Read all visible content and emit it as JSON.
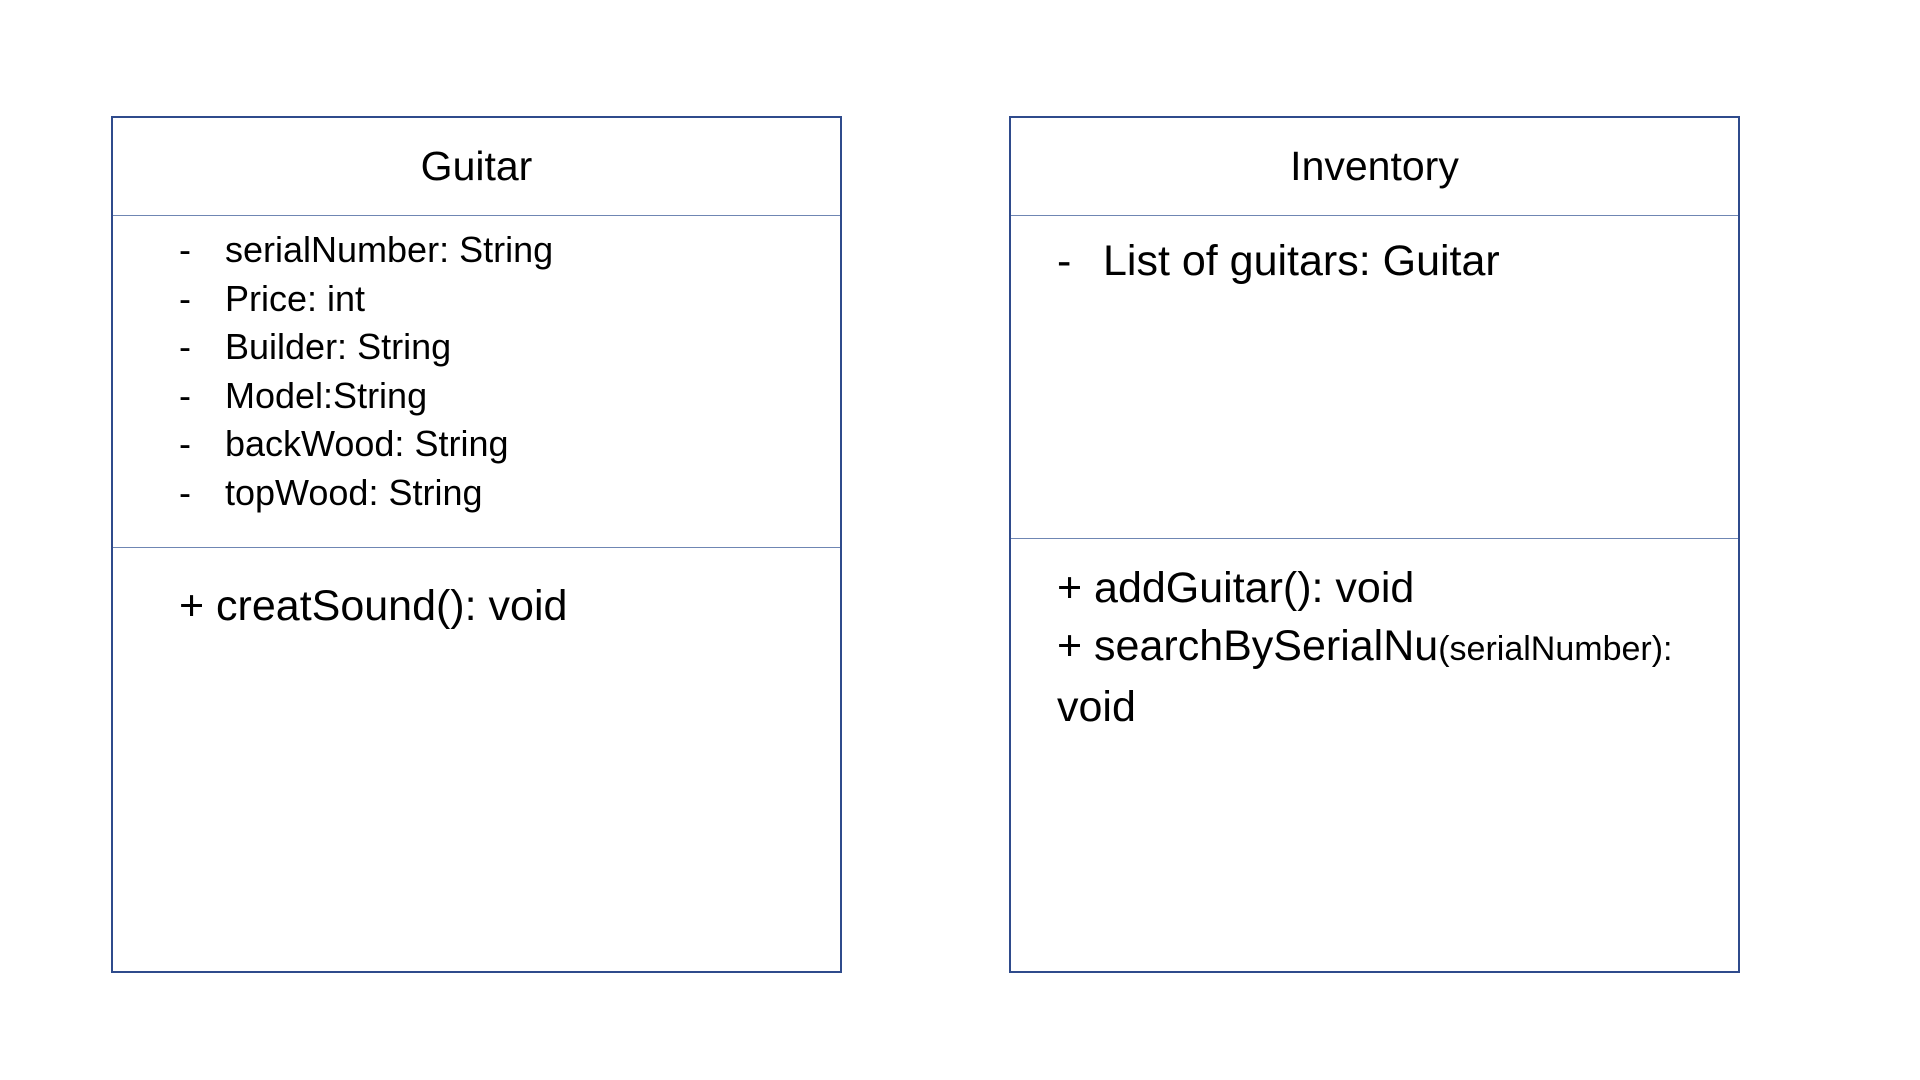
{
  "classes": [
    {
      "name": "Guitar",
      "attributes": [
        {
          "visibility": "-",
          "text": "serialNumber: String"
        },
        {
          "visibility": "-",
          "text": "Price: int"
        },
        {
          "visibility": "-",
          "text": "Builder: String"
        },
        {
          "visibility": "-",
          "text": "Model:String"
        },
        {
          "visibility": "-",
          "text": "backWood: String"
        },
        {
          "visibility": "-",
          "text": "topWood: String"
        }
      ],
      "methods": [
        {
          "text": "+ creatSound(): void"
        }
      ]
    },
    {
      "name": "Inventory",
      "attributes": [
        {
          "visibility": "-",
          "text": "List of guitars: Guitar"
        }
      ],
      "methods": [
        {
          "text": "+ addGuitar(): void"
        },
        {
          "prefix": "+ searchBySerialNu",
          "params": "(serialNumber):",
          "continuation": "void"
        }
      ]
    }
  ],
  "colors": {
    "border": "#2f4b8c",
    "divider": "#6f86b3"
  }
}
